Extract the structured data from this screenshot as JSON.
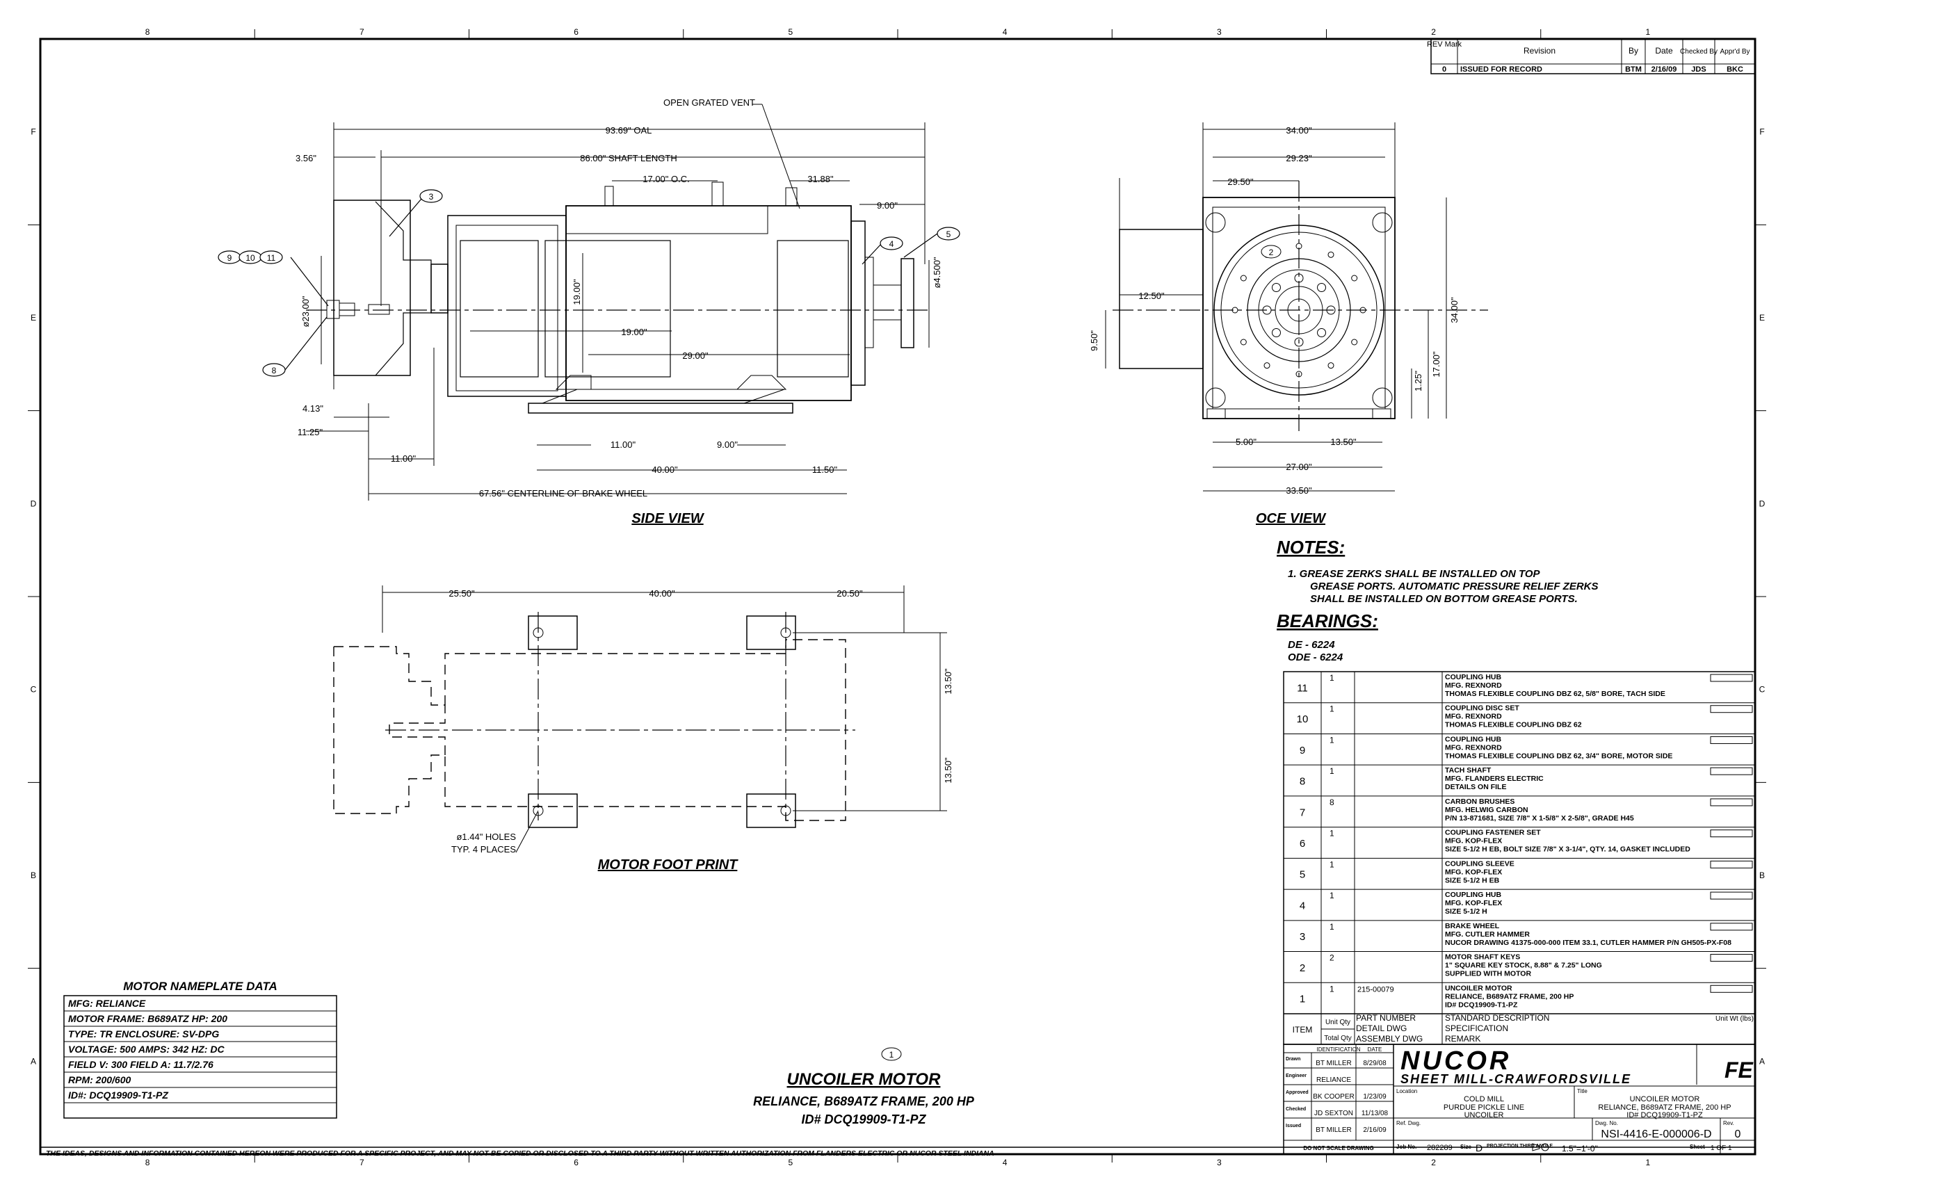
{
  "border": {
    "col_markers": [
      "8",
      "7",
      "6",
      "5",
      "4",
      "3",
      "2",
      "1"
    ],
    "row_markers": [
      "F",
      "E",
      "D",
      "C",
      "B",
      "A"
    ]
  },
  "revision": {
    "headers": [
      "REV Mark",
      "Revision",
      "By",
      "Date",
      "Checked By",
      "Appr'd By"
    ],
    "rows": [
      [
        "0",
        "ISSUED FOR RECORD",
        "BTM",
        "2/16/09",
        "JDS",
        "BKC"
      ]
    ]
  },
  "side_view": {
    "title": "SIDE VIEW",
    "vent_label": "OPEN GRATED VENT",
    "dims": {
      "oal": "93.69\" OAL",
      "shaft_length": "86.00\" SHAFT LENGTH",
      "oc": "17.00\" O.C.",
      "d3188": "31.88\"",
      "d900a": "9.00\"",
      "d356": "3.56\"",
      "d2300": "ø23.00\"",
      "d1900v": "19.00\"",
      "d1900h": "19.00\"",
      "d2900": "29.00\"",
      "d4500": "ø4.500\"",
      "d413": "4.13\"",
      "d1125": "11.25\"",
      "d1100a": "11.00\"",
      "d1100b": "11.00\"",
      "d900b": "9.00\"",
      "d4000": "40.00\"",
      "d1150": "11.50\"",
      "d6756": "67.56\" CENTERLINE OF BRAKE WHEEL"
    },
    "balloons": [
      "3",
      "9",
      "10",
      "11",
      "8",
      "4",
      "5"
    ]
  },
  "oce_view": {
    "title": "OCE VIEW",
    "dims": {
      "d3400w": "34.00\"",
      "d2923": "29.23\"",
      "d2950": "29.50\"",
      "d1250": "12.50\"",
      "d950": "9.50\"",
      "d3400h": "34.00\"",
      "d1700": "17.00\"",
      "d125": "1.25\"",
      "d500": "5.00\"",
      "d1350": "13.50\"",
      "d2700": "27.00\"",
      "d3350": "33.50\""
    },
    "balloon": "2"
  },
  "footprint": {
    "title": "MOTOR FOOT PRINT",
    "dims": {
      "d2550": "25.50\"",
      "d4000": "40.00\"",
      "d2050": "20.50\"",
      "d1350a": "13.50\"",
      "d1350b": "13.50\""
    },
    "holes_line1": "ø1.44\" HOLES",
    "holes_line2": "TYP. 4 PLACES"
  },
  "notes": {
    "title": "NOTES:",
    "line1": "1.  GREASE ZERKS SHALL BE INSTALLED ON TOP",
    "line2": "GREASE PORTS.  AUTOMATIC PRESSURE RELIEF ZERKS",
    "line3": "SHALL BE INSTALLED ON BOTTOM GREASE PORTS.",
    "bearings_title": "BEARINGS:",
    "de": "DE  -  6224",
    "ode": "ODE  -  6224"
  },
  "bom": {
    "items": [
      {
        "item": "11",
        "qty": "1",
        "part": "",
        "desc": [
          "COUPLING HUB",
          "MFG. REXNORD",
          "THOMAS FLEXIBLE COUPLING DBZ 62, 5/8\" BORE, TACH SIDE"
        ]
      },
      {
        "item": "10",
        "qty": "1",
        "part": "",
        "desc": [
          "COUPLING DISC SET",
          "MFG. REXNORD",
          "THOMAS FLEXIBLE COUPLING DBZ 62"
        ]
      },
      {
        "item": "9",
        "qty": "1",
        "part": "",
        "desc": [
          "COUPLING HUB",
          "MFG. REXNORD",
          "THOMAS FLEXIBLE COUPLING DBZ 62, 3/4\" BORE, MOTOR SIDE"
        ]
      },
      {
        "item": "8",
        "qty": "1",
        "part": "",
        "desc": [
          "TACH SHAFT",
          "MFG. FLANDERS ELECTRIC",
          "DETAILS ON FILE"
        ]
      },
      {
        "item": "7",
        "qty": "8",
        "part": "",
        "desc": [
          "CARBON BRUSHES",
          "MFG. HELWIG CARBON",
          "P/N 13-871681, SIZE 7/8\" X 1-5/8\" X  2-5/8\", GRADE H45"
        ]
      },
      {
        "item": "6",
        "qty": "1",
        "part": "",
        "desc": [
          "COUPLING FASTENER SET",
          "MFG. KOP-FLEX",
          "SIZE 5-1/2 H EB, BOLT SIZE 7/8\" X 3-1/4\", QTY. 14, GASKET INCLUDED"
        ]
      },
      {
        "item": "5",
        "qty": "1",
        "part": "",
        "desc": [
          "COUPLING SLEEVE",
          "MFG. KOP-FLEX",
          "SIZE 5-1/2 H EB"
        ]
      },
      {
        "item": "4",
        "qty": "1",
        "part": "",
        "desc": [
          "COUPLING HUB",
          "MFG. KOP-FLEX",
          "SIZE 5-1/2 H"
        ]
      },
      {
        "item": "3",
        "qty": "1",
        "part": "",
        "desc": [
          "BRAKE WHEEL",
          "MFG. CUTLER HAMMER",
          "NUCOR DRAWING 41375-000-000 ITEM 33.1, CUTLER HAMMER P/N GH505-PX-F08"
        ]
      },
      {
        "item": "2",
        "qty": "2",
        "part": "",
        "desc": [
          "MOTOR SHAFT KEYS",
          "1\" SQUARE KEY STOCK, 8.88\" & 7.25\" LONG",
          "SUPPLIED WITH MOTOR"
        ]
      },
      {
        "item": "1",
        "qty": "1",
        "part": "215-00079",
        "desc": [
          "UNCOILER MOTOR",
          "RELIANCE, B689ATZ FRAME, 200 HP",
          "ID# DCQ19909-T1-PZ"
        ]
      }
    ],
    "hdr_item": "ITEM",
    "hdr_unit_qty": "Unit Qty",
    "hdr_total_qty": "Total Qty",
    "hdr_part": "PART NUMBER",
    "hdr_detail": "DETAIL DWG",
    "hdr_assembly": "ASSEMBLY DWG",
    "hdr_std": "STANDARD DESCRIPTION",
    "hdr_spec": "SPECIFICATION",
    "hdr_remark": "REMARK",
    "hdr_unit_wt": "Unit Wt (lbs)"
  },
  "nameplate": {
    "title": "MOTOR NAMEPLATE DATA",
    "rows": [
      "MFG:  RELIANCE",
      "MOTOR FRAME:  B689ATZ      HP:  200",
      "TYPE:  TR                     ENCLOSURE:  SV-DPG",
      "VOLTAGE:  500           AMPS:  342           HZ:  DC",
      "FIELD V:  300       FIELD A:  11.7/2.76",
      "RPM:  200/600",
      "ID#:  DCQ19909-T1-PZ",
      ""
    ]
  },
  "main_title": {
    "balloon": "1",
    "line1": "UNCOILER MOTOR",
    "line2": "RELIANCE, B689ATZ FRAME, 200 HP",
    "line3": "ID# DCQ19909-T1-PZ"
  },
  "disclaimer": "THE IDEAS, DESIGNS AND INFORMATION CONTAINED HEREON WERE PRODUCED FOR A SPECIFIC PROJECT, AND MAY NOT BE COPIED OR DISCLOSED TO A THIRD PARTY WITHOUT WRITTEN AUTHORIZATION FROM FLANDERS ELECTRIC OR NUCOR STEEL INDIANA",
  "title_block": {
    "col_identification": "IDENTIFICATION",
    "col_date": "DATE",
    "rows": [
      {
        "role": "Drawn",
        "name": "BT MILLER",
        "date": "8/29/08"
      },
      {
        "role": "Engineer",
        "name": "RELIANCE",
        "date": ""
      },
      {
        "role": "Approved",
        "name": "BK COOPER",
        "date": "1/23/09"
      },
      {
        "role": "Checked",
        "name": "JD SEXTON",
        "date": "11/13/08"
      },
      {
        "role": "Issued",
        "name": "BT MILLER",
        "date": "2/16/09"
      }
    ],
    "company": "NUCOR",
    "division": "SHEET MILL-CRAWFORDSVILLE",
    "location_label": "Location",
    "location": [
      "COLD MILL",
      "PURDUE PICKLE LINE",
      "UNCOILER"
    ],
    "title_label": "Title",
    "title": [
      "UNCOILER MOTOR",
      "RELIANCE, B689ATZ FRAME, 200 HP",
      "ID# DCQ19909-T1-PZ"
    ],
    "ref_label": "Ref. Dwg.",
    "dwg_label": "Dwg. No.",
    "dwg_no": "NSI-4416-E-000006-D",
    "rev_label": "Rev.",
    "rev": "0",
    "do_not_scale": "DO NOT SCALE DRAWING",
    "job_label": "Job No.",
    "job_no": "282289",
    "size_label": "Size",
    "size": "D",
    "projection": "PROJECTION THIRD ANGLE",
    "scale": "1.5\"=1'-0\"",
    "sheet_label": "Sheet",
    "sheet": "1 OF 1",
    "logo": "FE"
  }
}
